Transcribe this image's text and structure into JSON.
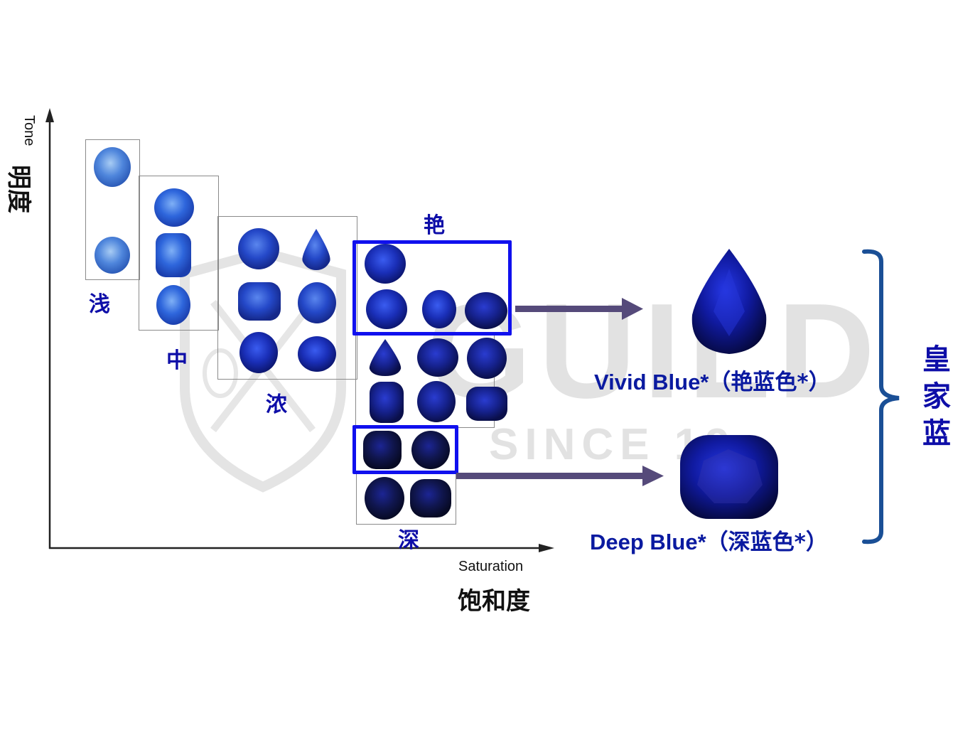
{
  "watermark": {
    "brand": "GUILD",
    "since": "SINCE 19"
  },
  "axes": {
    "y_label_en": "Tone",
    "y_label_zh": "明度",
    "x_label_en": "Saturation",
    "x_label_zh": "饱和度"
  },
  "groups": [
    {
      "id": "light",
      "label": "浅",
      "gem_count": 2
    },
    {
      "id": "medium",
      "label": "中",
      "gem_count": 3
    },
    {
      "id": "strong",
      "label": "浓",
      "gem_count": 6
    },
    {
      "id": "vivid",
      "label": "艳",
      "gem_count": 4
    },
    {
      "id": "deep-mid",
      "label": "",
      "gem_count": 6
    },
    {
      "id": "deep-highlight",
      "label": "",
      "gem_count": 2
    },
    {
      "id": "deep",
      "label": "深",
      "gem_count": 2
    }
  ],
  "results": {
    "vivid": {
      "en": "Vivid Blue*",
      "zh": "（艳蓝色*）"
    },
    "deep": {
      "en": "Deep Blue*",
      "zh": "（深蓝色*）"
    }
  },
  "bracket_label": [
    "皇",
    "家",
    "蓝"
  ],
  "colors": {
    "label_blue": "#0e0ea8",
    "highlight_box": "#1010ee",
    "arrow": "#554a7a",
    "bracket": "#1a4f96",
    "watermark": "#e2e2e2"
  }
}
